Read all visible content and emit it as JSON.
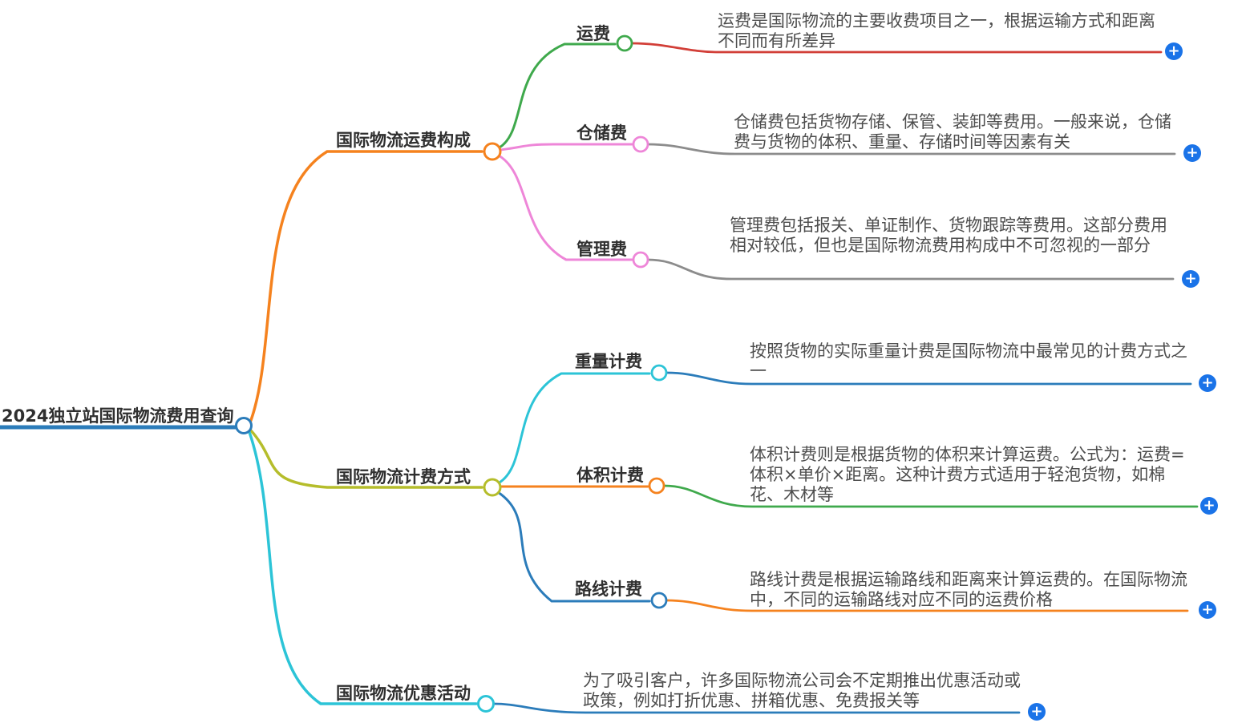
{
  "title": "2024独立站国际物流费用查询",
  "icons": {
    "add": "+"
  },
  "colors": {
    "root_line": "#2b7cba",
    "orange": "#f5821e",
    "olive": "#b5bd2b",
    "cyan": "#2cc4d7",
    "green": "#3fa94c",
    "red": "#d23f38",
    "pink": "#ee86d8",
    "gray": "#8c8c8c",
    "blue": "#2b7cba",
    "node_fill": "#ffffff",
    "add_button": "#1a73e8",
    "label_text": "#2f2f2f",
    "desc_text": "#4d4d4d"
  },
  "branches": [
    {
      "label": "国际物流运费构成",
      "children": [
        {
          "label": "运费",
          "desc": "运费是国际物流的主要收费项目之一，根据运输方式和距离不同而有所差异"
        },
        {
          "label": "仓储费",
          "desc": "仓储费包括货物存储、保管、装卸等费用。一般来说，仓储费与货物的体积、重量、存储时间等因素有关"
        },
        {
          "label": "管理费",
          "desc": "管理费包括报关、单证制作、货物跟踪等费用。这部分费用相对较低，但也是国际物流费用构成中不可忽视的一部分"
        }
      ]
    },
    {
      "label": "国际物流计费方式",
      "children": [
        {
          "label": "重量计费",
          "desc": "按照货物的实际重量计费是国际物流中最常见的计费方式之一"
        },
        {
          "label": "体积计费",
          "desc": "体积计费则是根据货物的体积来计算运费。公式为：运费=体积×单价×距离。这种计费方式适用于轻泡货物，如棉花、木材等"
        },
        {
          "label": "路线计费",
          "desc": "路线计费是根据运输路线和距离来计算运费的。在国际物流中，不同的运输路线对应不同的运费价格"
        }
      ]
    },
    {
      "label": "国际物流优惠活动",
      "desc": "为了吸引客户，许多国际物流公司会不定期推出优惠活动或政策，例如打折优惠、拼箱优惠、免费报关等"
    }
  ]
}
